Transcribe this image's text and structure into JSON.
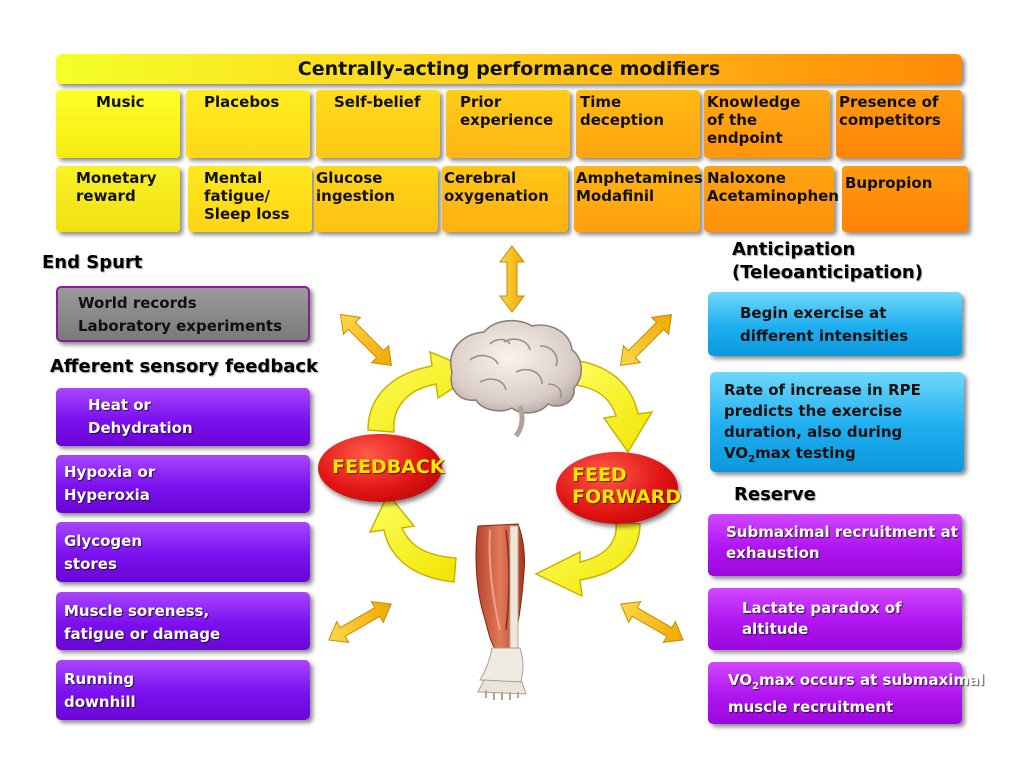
{
  "header": {
    "title": "Centrally-acting performance modifiers"
  },
  "modifiers_row1": [
    {
      "lines": [
        "Music"
      ]
    },
    {
      "lines": [
        "Placebos"
      ]
    },
    {
      "lines": [
        "Self-belief"
      ]
    },
    {
      "lines": [
        "Prior",
        "experience"
      ]
    },
    {
      "lines": [
        "Time",
        "deception"
      ]
    },
    {
      "lines": [
        "Knowledge",
        "of the",
        "endpoint"
      ]
    },
    {
      "lines": [
        "Presence of",
        "competitors"
      ]
    }
  ],
  "modifiers_row2": [
    {
      "lines": [
        "Monetary",
        "reward"
      ]
    },
    {
      "lines": [
        "Mental",
        "fatigue/",
        "Sleep loss"
      ]
    },
    {
      "lines": [
        "Glucose",
        "ingestion"
      ]
    },
    {
      "lines": [
        "Cerebral",
        "oxygenation"
      ]
    },
    {
      "lines": [
        "Amphetamines",
        "Modafinil"
      ]
    },
    {
      "lines": [
        "Naloxone",
        "Acetaminophen"
      ]
    },
    {
      "lines": [
        "Bupropion"
      ]
    }
  ],
  "left": {
    "end_spurt": {
      "heading": "End Spurt",
      "lines": [
        "World records",
        "Laboratory experiments"
      ]
    },
    "afferent": {
      "heading": "Afferent sensory feedback",
      "items": [
        {
          "lines": [
            "Heat or",
            "Dehydration"
          ]
        },
        {
          "lines": [
            "Hypoxia or",
            "Hyperoxia"
          ]
        },
        {
          "lines": [
            "Glycogen",
            "stores"
          ]
        },
        {
          "lines": [
            "Muscle soreness,",
            "fatigue or damage"
          ]
        },
        {
          "lines": [
            "Running",
            "downhill"
          ]
        }
      ]
    }
  },
  "right": {
    "anticipation": {
      "heading_line1": "Anticipation",
      "heading_line2": "(Teleoanticipation)",
      "box1": [
        "Begin exercise at",
        "different intensities"
      ],
      "box2": {
        "l1": "Rate of increase in RPE",
        "l2": "predicts the exercise",
        "l3": "duration, also during",
        "l4_pre": "VO",
        "l4_sub": "2",
        "l4_post": "max testing"
      }
    },
    "reserve": {
      "heading": "Reserve",
      "box1": [
        "Submaximal recruitment at",
        "exhaustion"
      ],
      "box2": [
        "Lactate paradox of",
        "altitude"
      ],
      "box3": {
        "l1_pre": "VO",
        "l1_sub": "2",
        "l1_post": "max occurs at submaximal",
        "l2": "muscle recruitment"
      }
    }
  },
  "center": {
    "feedback_label": "FEEDBACK",
    "feedforward_line1": "FEED",
    "feedforward_line2": "FORWARD"
  },
  "colors": {
    "yellow_arrow": "#ffff00",
    "orange_arrow": "#f5b70a",
    "oval_red": "#e01414",
    "oval_text": "#ffe600",
    "violet": "#7b10ee",
    "cyan": "#1eaef0",
    "magenta": "#b014f0"
  },
  "icons": [
    "brain-icon",
    "leg-anatomy-icon"
  ]
}
